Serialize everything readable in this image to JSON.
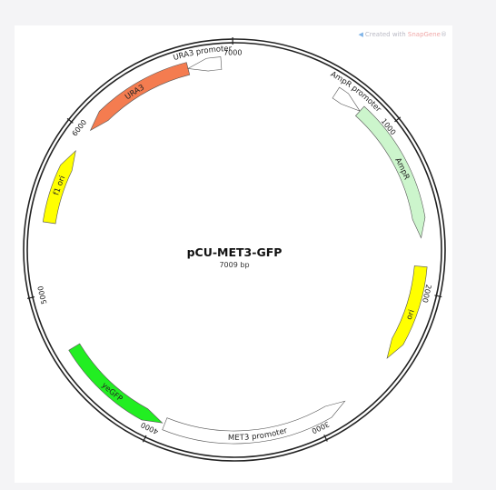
{
  "credit": {
    "prefix": "Created with ",
    "brand": "SnapGene",
    "suffix": "®",
    "logo_icon": "snapgene-logo-icon"
  },
  "plasmid": {
    "name": "pCU-MET3-GFP",
    "length_label": "7009 bp",
    "length_bp": 7009
  },
  "ticks": [
    {
      "label": "1000",
      "bp": 1000
    },
    {
      "label": "2000",
      "bp": 2000
    },
    {
      "label": "3000",
      "bp": 3000
    },
    {
      "label": "4000",
      "bp": 4000
    },
    {
      "label": "5000",
      "bp": 5000
    },
    {
      "label": "6000",
      "bp": 6000
    },
    {
      "label": "7000",
      "bp": 7000
    }
  ],
  "features": [
    {
      "name": "AmpR promoter",
      "start": 640,
      "end": 820,
      "direction": 1,
      "color": "#ffffff",
      "label_side": "outside"
    },
    {
      "name": "AmpR",
      "start": 820,
      "end": 1680,
      "direction": 1,
      "color": "#ccf5cc",
      "label_side": "inside"
    },
    {
      "name": "ori",
      "start": 1850,
      "end": 2440,
      "direction": 1,
      "color": "#ffff00",
      "label_side": "inside"
    },
    {
      "name": "MET3 promoter",
      "start": 2800,
      "end": 3930,
      "direction": -1,
      "color": "#ffffff",
      "label_side": "inside"
    },
    {
      "name": "yeGFP",
      "start": 3945,
      "end": 4650,
      "direction": -1,
      "color": "#22ee22",
      "label_side": "inside"
    },
    {
      "name": "f1 ori",
      "start": 5420,
      "end": 5880,
      "direction": 1,
      "color": "#ffff00",
      "label_side": "inside"
    },
    {
      "name": "URA3",
      "start": 6030,
      "end": 6730,
      "direction": -1,
      "color": "#f47c50",
      "label_side": "inside"
    },
    {
      "name": "URA3 promoter",
      "start": 6730,
      "end": 6930,
      "direction": -1,
      "color": "#ffffff",
      "label_side": "outside"
    }
  ]
}
